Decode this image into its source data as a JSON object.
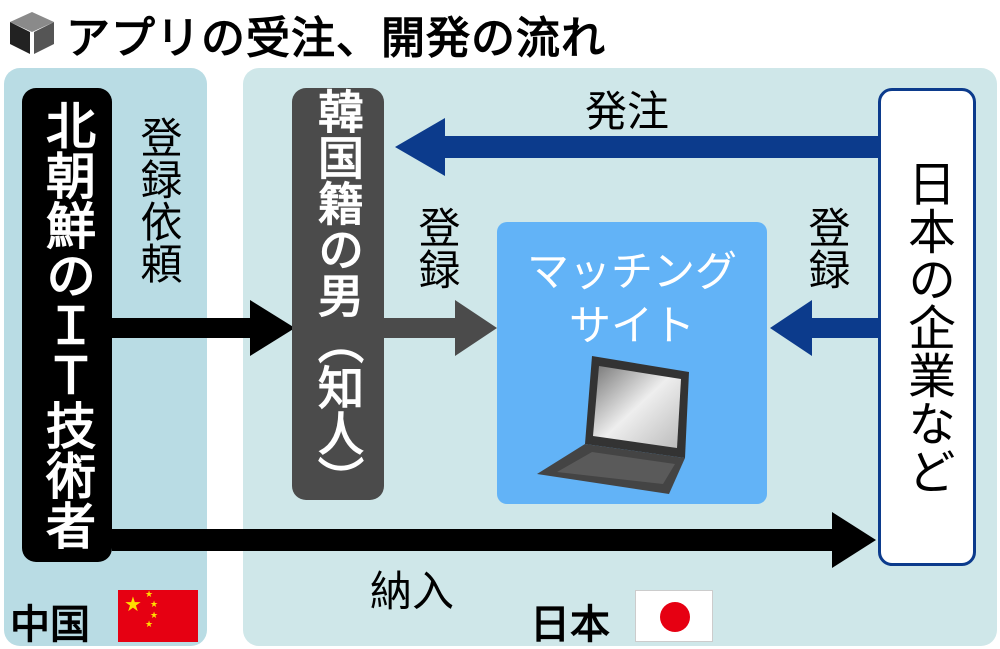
{
  "title": "アプリの受注、開発の流れ",
  "actors": {
    "north_korea_engineer": "北朝鮮のＩＴ技術者",
    "korean_man": "韓国籍の男（知人）",
    "japanese_company": "日本の企業など",
    "matching_site": [
      "マッチング",
      "サイト"
    ]
  },
  "arrows": {
    "registration_request": "登録依頼",
    "order": "発注",
    "register_korean": "登録",
    "register_company": "登録",
    "delivery": "納入"
  },
  "regions": {
    "china": "中国",
    "japan": "日本"
  },
  "colors": {
    "china_panel": "#b9dce4",
    "japan_panel": "#cfe7e9",
    "matching_box": "#62b3f7",
    "blue_arrow": "#0c3b8c",
    "korean_box": "#4b4b4b"
  }
}
